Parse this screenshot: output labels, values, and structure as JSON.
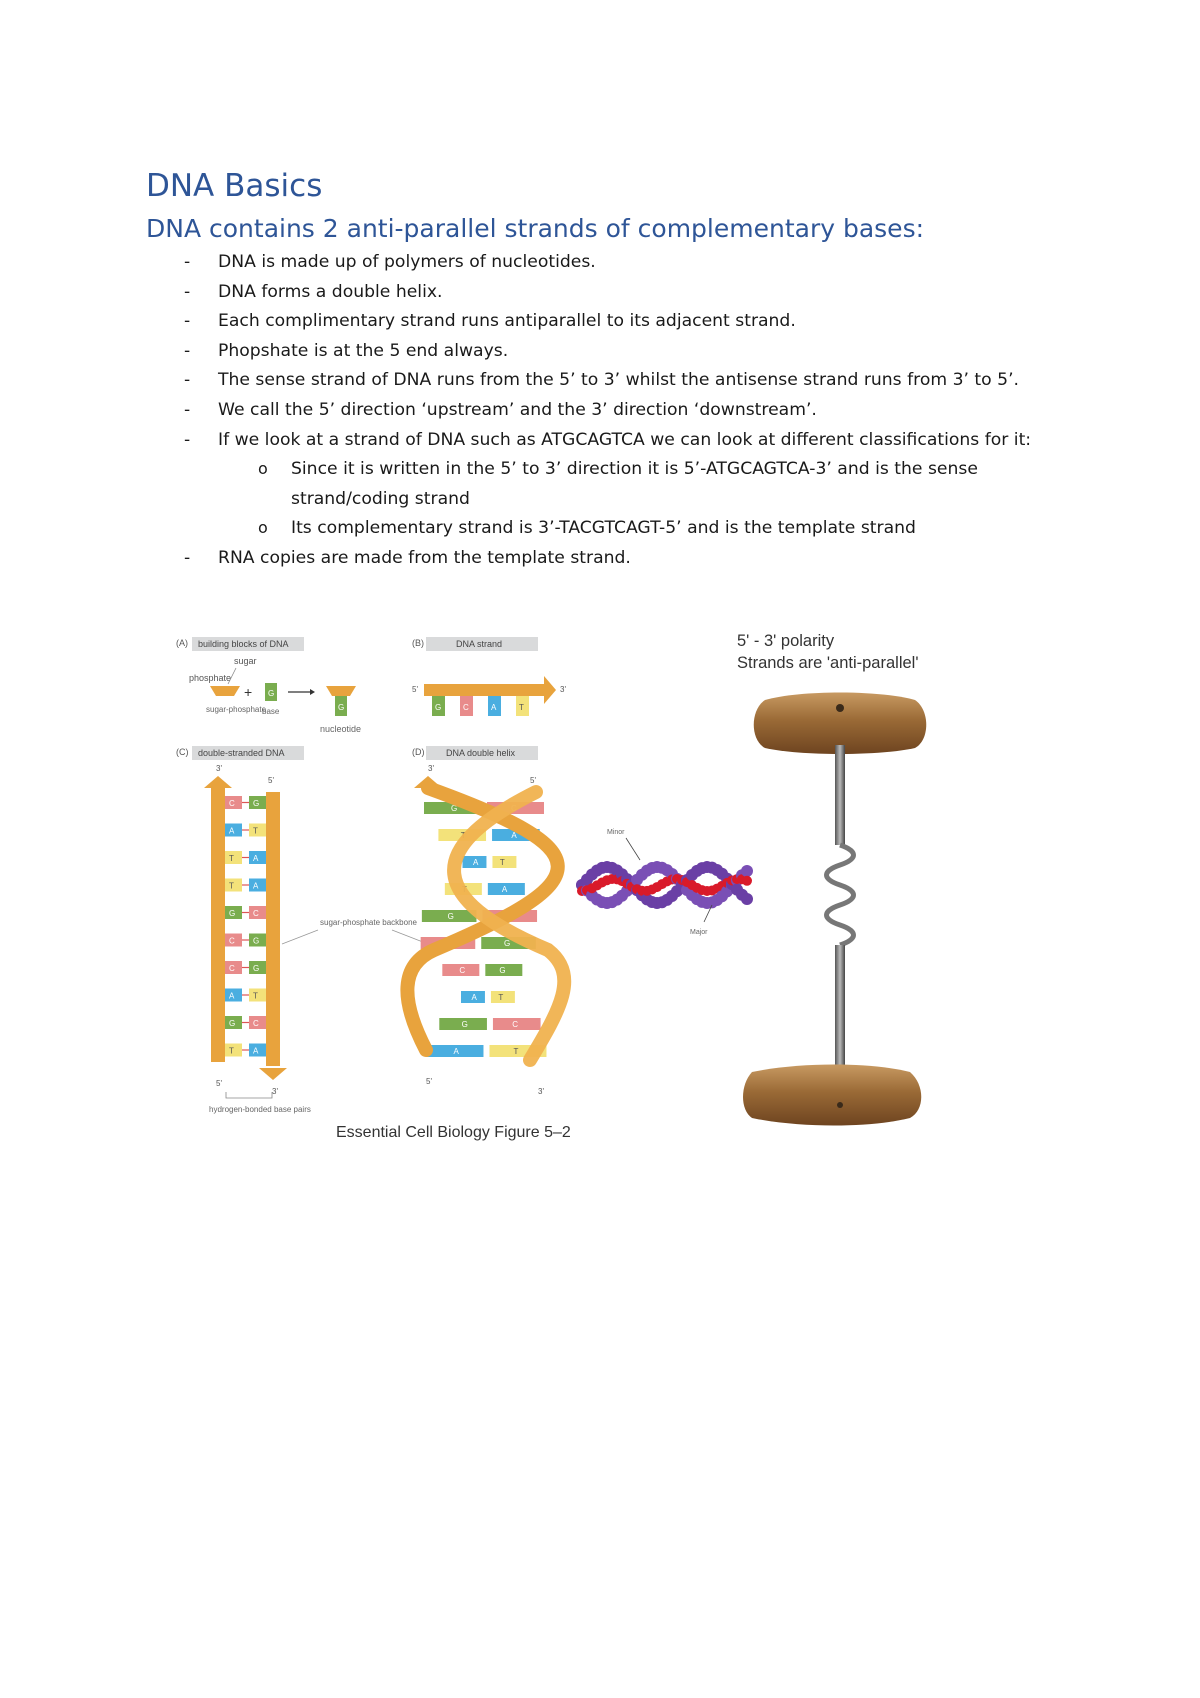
{
  "heading": "DNA Basics",
  "subheading": "DNA contains 2 anti-parallel strands of complementary bases:",
  "bullet_marker": "-",
  "sub_marker": "o",
  "bullets": [
    "DNA is made up of polymers of nucleotides.",
    "DNA forms a double helix.",
    "Each complimentary strand runs antiparallel to its adjacent strand.",
    "Phopshate is at the 5 end always.",
    "The sense strand of DNA runs from the 5’ to 3’ whilst the antisense strand runs from 3’ to 5’.",
    "We call the 5’ direction ‘upstream’ and the 3’ direction ‘downstream’.",
    "If we look at a strand of DNA such as ATGCAGTCA we can look at different classifications for it:",
    "RNA copies are made from the template strand."
  ],
  "sub_bullets": [
    "Since it is written in the 5’ to 3’ direction it is 5’-ATGCAGTCA-3’ and is the sense strand/coding strand",
    "Its complementary strand is 3’-TACGTCAGT-5’ and is the template strand"
  ],
  "figure": {
    "panel_a": {
      "letter": "(A)",
      "title": "building blocks of DNA",
      "sugar": "sugar",
      "phosphate": "phosphate",
      "sugar_phosphate": "sugar-phosphate",
      "base": "base",
      "nucleotide": "nucleotide",
      "base_letter": "G",
      "nuc_letter": "G"
    },
    "panel_b": {
      "letter": "(B)",
      "title": "DNA strand",
      "end5": "5'",
      "end3": "3'",
      "bases": [
        "G",
        "C",
        "A",
        "T"
      ]
    },
    "panel_c": {
      "letter": "(C)",
      "title": "double-stranded DNA",
      "top_left": "3'",
      "top_right": "5'",
      "bottom_left": "5'",
      "bottom_right": "3'",
      "pairs": [
        [
          "C",
          "G"
        ],
        [
          "A",
          "T"
        ],
        [
          "T",
          "A"
        ],
        [
          "T",
          "A"
        ],
        [
          "G",
          "C"
        ],
        [
          "C",
          "G"
        ],
        [
          "C",
          "G"
        ],
        [
          "A",
          "T"
        ],
        [
          "G",
          "C"
        ],
        [
          "T",
          "A"
        ]
      ],
      "hbond_label": "hydrogen-bonded base pairs"
    },
    "panel_d": {
      "letter": "(D)",
      "title": "DNA double helix",
      "top_left": "3'",
      "top_right": "5'",
      "bottom_left": "5'",
      "bottom_right": "3'",
      "pairs": [
        [
          "G",
          "C"
        ],
        [
          "T",
          "A"
        ],
        [
          "A",
          "T"
        ],
        [
          "T",
          "A"
        ],
        [
          "G",
          "C"
        ],
        [
          "C",
          "G"
        ],
        [
          "C",
          "G"
        ],
        [
          "A",
          "T"
        ],
        [
          "G",
          "C"
        ],
        [
          "A",
          "T"
        ]
      ]
    },
    "backbone_label": "sugar-phosphate backbone",
    "model_minor": "Minor",
    "model_major": "Major",
    "caption": "Essential Cell Biology Figure 5–2",
    "polarity_line1": "5' - 3' polarity",
    "polarity_line2": "Strands are 'anti-parallel'"
  },
  "colors": {
    "heading": "#2e5597",
    "backbone": "#e8a33d",
    "G": "#7aad4f",
    "C": "#e88b8b",
    "A": "#4aaee0",
    "T": "#f3e27a"
  }
}
